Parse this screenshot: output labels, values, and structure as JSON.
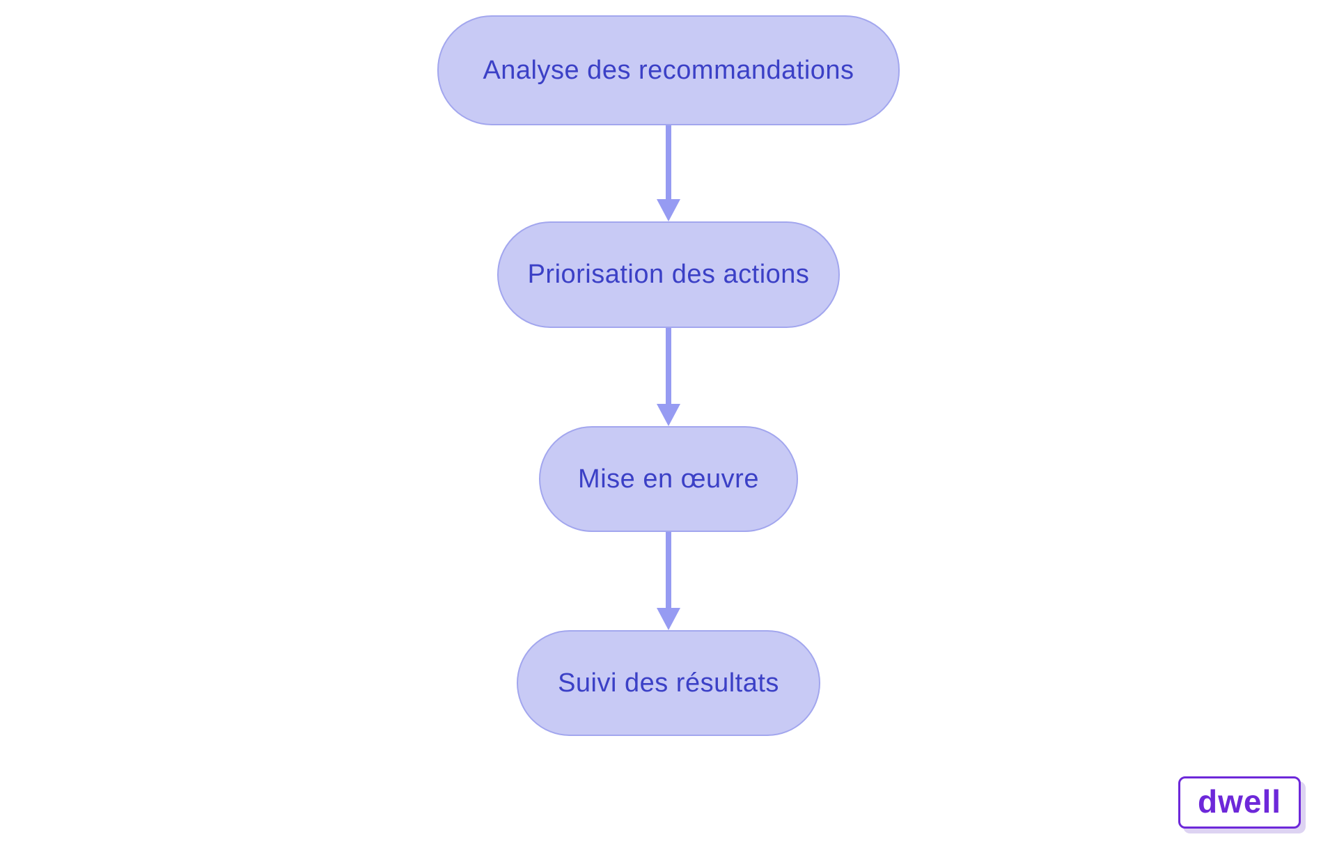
{
  "diagram": {
    "type": "flowchart",
    "direction": "top-down",
    "nodes": [
      {
        "id": "node-1",
        "label": "Analyse des recommandations"
      },
      {
        "id": "node-2",
        "label": "Priorisation des actions"
      },
      {
        "id": "node-3",
        "label": "Mise en œuvre"
      },
      {
        "id": "node-4",
        "label": "Suivi des résultats"
      }
    ],
    "edges": [
      {
        "from": "node-1",
        "to": "node-2"
      },
      {
        "from": "node-2",
        "to": "node-3"
      },
      {
        "from": "node-3",
        "to": "node-4"
      }
    ],
    "colors": {
      "node_fill": "#c8caf5",
      "node_border": "#a2a6ee",
      "node_text": "#3b40c6",
      "arrow": "#969bf2",
      "background": "#ffffff"
    }
  },
  "watermark": {
    "label": "dwell",
    "text_color": "#6d28d9",
    "border_color": "#6d28d9",
    "shadow_color": "#ddd3f2"
  }
}
